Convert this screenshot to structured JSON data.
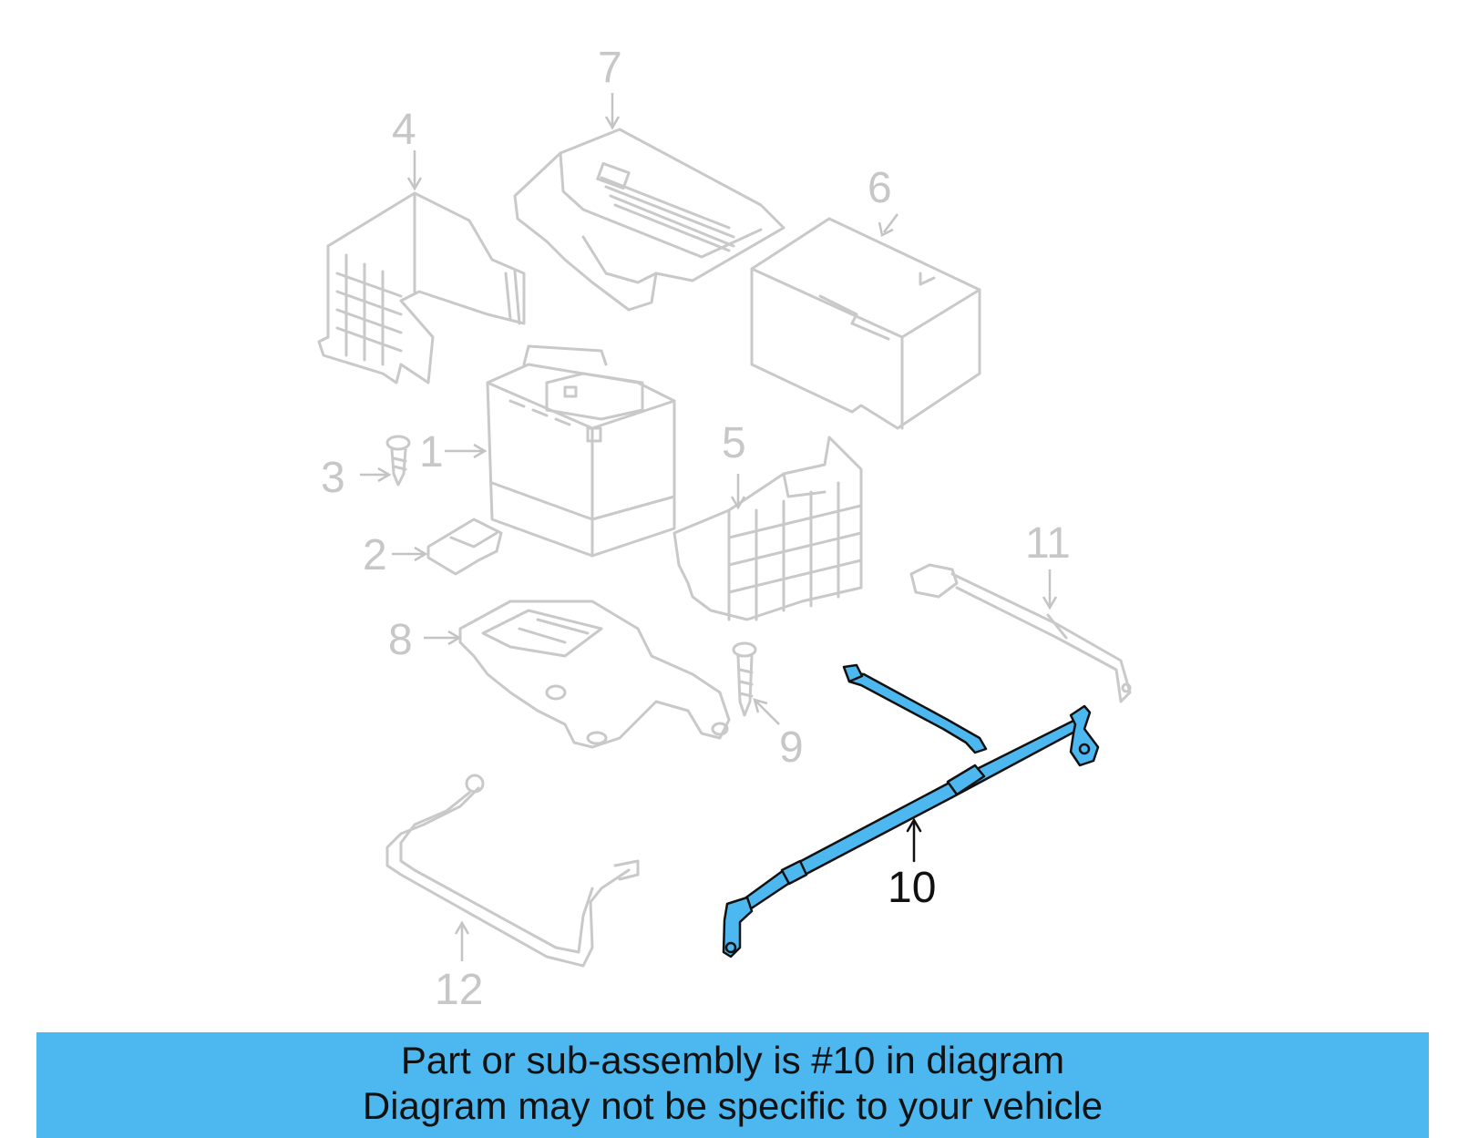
{
  "diagram": {
    "highlight_color": "#4db8f0",
    "ghost_color": "#c9c9c9",
    "callouts": [
      {
        "id": "1",
        "label": "1",
        "highlighted": false
      },
      {
        "id": "2",
        "label": "2",
        "highlighted": false
      },
      {
        "id": "3",
        "label": "3",
        "highlighted": false
      },
      {
        "id": "4",
        "label": "4",
        "highlighted": false
      },
      {
        "id": "5",
        "label": "5",
        "highlighted": false
      },
      {
        "id": "6",
        "label": "6",
        "highlighted": false
      },
      {
        "id": "7",
        "label": "7",
        "highlighted": false
      },
      {
        "id": "8",
        "label": "8",
        "highlighted": false
      },
      {
        "id": "9",
        "label": "9",
        "highlighted": false
      },
      {
        "id": "10",
        "label": "10",
        "highlighted": true
      },
      {
        "id": "11",
        "label": "11",
        "highlighted": false
      },
      {
        "id": "12",
        "label": "12",
        "highlighted": false
      }
    ]
  },
  "banner": {
    "line1": "Part or sub-assembly is #10 in diagram",
    "line2": "Diagram may not be specific to your vehicle",
    "background": "#4db8f0"
  }
}
